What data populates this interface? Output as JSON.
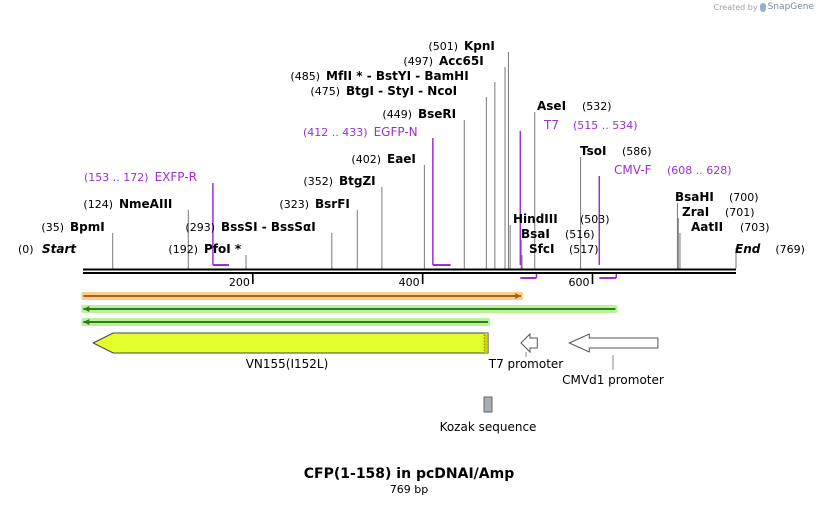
{
  "credit": {
    "prefix": "Created by",
    "brand": "SnapGene",
    "icon": "snapgene-logo-icon"
  },
  "title": "CFP(1-158) in pcDNAI/Amp",
  "length_label": "769 bp",
  "sequence": {
    "length": 769,
    "start_label": "Start",
    "end_label": "End"
  },
  "ruler_ticks": [
    200,
    400,
    600
  ],
  "sites": [
    {
      "pos": 0,
      "name": "Start",
      "style": "start"
    },
    {
      "pos": 35,
      "name": "BpmI"
    },
    {
      "pos": 124,
      "name": "NmeAIII"
    },
    {
      "pos": 192,
      "name": "PfoI *"
    },
    {
      "pos": 293,
      "name": "BssSI  -  BssSαI"
    },
    {
      "pos": 323,
      "name": "BsrFI"
    },
    {
      "pos": 352,
      "name": "BtgZI"
    },
    {
      "pos": 402,
      "name": "EaeI"
    },
    {
      "pos": 449,
      "name": "BseRI"
    },
    {
      "pos": 475,
      "name": "BtgI  -  StyI  -  NcoI"
    },
    {
      "pos": 485,
      "name": "MfII *  -  BstYI  -  BamHI"
    },
    {
      "pos": 497,
      "name": "Acc65I"
    },
    {
      "pos": 501,
      "name": "KpnI"
    },
    {
      "pos": 503,
      "name": "HindIII"
    },
    {
      "pos": 516,
      "name": "BsaI"
    },
    {
      "pos": 517,
      "name": "SfcI"
    },
    {
      "pos": 532,
      "name": "AseI"
    },
    {
      "pos": 586,
      "name": "TsoI"
    },
    {
      "pos": 700,
      "name": "BsaHI"
    },
    {
      "pos": 701,
      "name": "ZraI"
    },
    {
      "pos": 703,
      "name": "AatII"
    },
    {
      "pos": 769,
      "name": "End",
      "style": "end"
    }
  ],
  "primers": [
    {
      "name": "EXFP-R",
      "range": "(153 .. 172)",
      "start": 153,
      "end": 172,
      "strand": "bottom"
    },
    {
      "name": "EGFP-N",
      "range": "(412 .. 433)",
      "start": 412,
      "end": 433,
      "strand": "top"
    },
    {
      "name": "T7",
      "range": "(515 .. 534)",
      "start": 515,
      "end": 534,
      "strand": "top"
    },
    {
      "name": "CMV-F",
      "range": "(608 .. 628)",
      "start": 608,
      "end": 628,
      "strand": "top"
    }
  ],
  "orf_arrows": [
    {
      "start": 1,
      "end": 516,
      "dir": "right",
      "color": "#b0620c",
      "glow": "#f7c57a"
    },
    {
      "start": 1,
      "end": 627,
      "dir": "left",
      "color": "#2e7d16",
      "glow": "#aef08a"
    },
    {
      "start": 1,
      "end": 477,
      "dir": "left",
      "color": "#2e7d16",
      "glow": "#aef08a"
    }
  ],
  "features": [
    {
      "name": "VN155(I152L)",
      "start": 12,
      "end": 477,
      "dir": "left",
      "color": "#e3ff2b"
    },
    {
      "name": "T7 promoter",
      "start": 517,
      "end": 535,
      "dir": "left",
      "color": "#ffffff"
    },
    {
      "name": "CMVd1 promoter",
      "start": 575,
      "end": 677,
      "dir": "left",
      "color": "#ffffff"
    },
    {
      "name": "Kozak sequence",
      "start": 476,
      "end": 486,
      "dir": "none",
      "color": "#a8adb3"
    }
  ],
  "colors": {
    "backbone": "#000000",
    "primer": "#9b30d0",
    "site_line": "#777777",
    "label": "#000000"
  }
}
